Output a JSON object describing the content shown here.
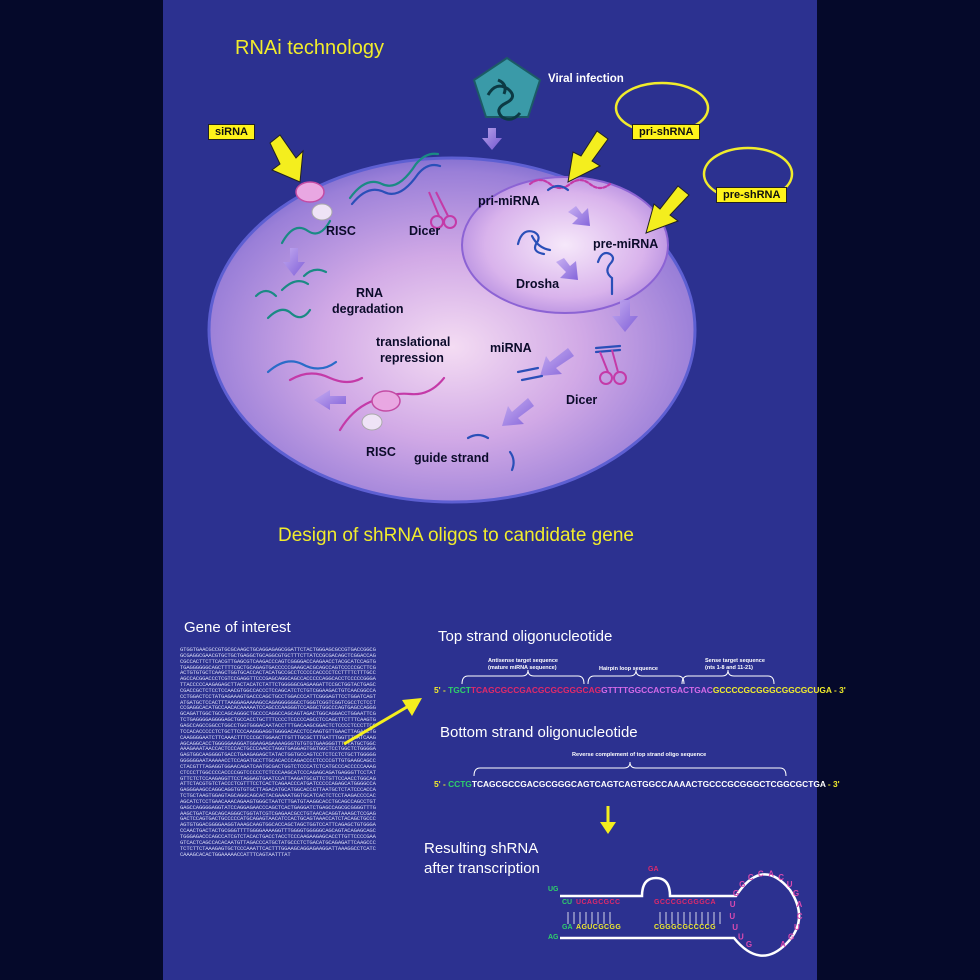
{
  "rnai": {
    "title": "RNAi technology",
    "labels": {
      "viral_infection": "Viral infection",
      "pri_shrna": "pri-shRNA",
      "pre_shrna": "pre-shRNA",
      "sirna": "siRNA",
      "risc_top": "RISC",
      "dicer_top": "Dicer",
      "pri_mirna": "pri-miRNA",
      "pre_mirna": "pre-miRNA",
      "drosha": "Drosha",
      "rna_degradation_1": "RNA",
      "rna_degradation_2": "degradation",
      "translational_1": "translational",
      "translational_2": "repression",
      "mirna": "miRNA",
      "dicer_bottom": "Dicer",
      "risc_bottom": "RISC",
      "guide_strand": "guide strand"
    }
  },
  "design": {
    "title": "Design of shRNA oligos to candidate gene",
    "gene_of_interest": "Gene of interest",
    "gene_sequence": "GTGGTGAACGCCGTGCGCAAGCTGCAGGAGAGCGGATTCTACTGGGAGCGCCGTGACCGGCGGCGAGGCGAACGTGCTGCTGAGGCTGCAGGCGTGCTTTCTTATCCGCGACAGCTCGGACCAGCGCCACTTCTTCACGTTGAGCGTCAAGACCCAGTCGGGGACCAAGAACCTACGCATCCAGTGTGAGGGGGGCAGCTTTTCGCTGCAGAGTGACCCCCGAAGCACGCAGCCAGTCCCCCGCTTCGACTGTGTGCTCAAGCTGGTGCACCACTACATGCCGCCTCCCCCACCCCTCCTTTTCTTTGCCAGCCACGGACCCTCGTCCGAGGTTCCCGAGCAGGCAGCCACCCCCAGGCACCTCCCCCGGGATTACCCCCAAGAGAGCTTACTACATCTATTCTGGGGGCGAGAAGATTCCGCTGGTACTGAGCCGACCGCTCTCCTCCAACGTGGCCACCCTCCAGCATCTCTGTCGGAAGACTGTCAACGGCCACCTGGACTCCTATGAGAAAGTGACCCAGCTGCCTGGACCCATTCGGGAGTTCCTGGATCAGTATGATGCTCCACTTTAAGGAGAAAAGCCAGAGGGGGGCCTGGGTCGGTCGGTCGCCTCTCCTCCGAGGCACATGCCAACACAAAAATCCAGCCCAAGGGTCCAGGCTGGCCCAGTGAGCCAGGGGCAGATTGGCTGCCAGCAGGGCTGCCCCAGGCCAGCAGTAGACTGGCAGGACCTGGAATTCGTCTGAGGGGAGGGGAGCTGCCACCTGCTTTCCCCTCCCCCAGCCTCCAGCTTCTTTCAAGTGGAGCCAGCCGGCCTGGCCTGGTGGGACAATACCTTTGACAAGCGGACTCTCCCCTCCCTTCCTCCACACCCCCTCTGCTTCCCAAGGGAGGTGGGGACACCTCCAAGTGTTGAACTTAGAACTGCAAGGGGAATCTTCAAACTTTCCCGCTGGAACTTGTTTGCGCTTTGATTTGGTTTGATCAAGAGCAGGCACCTGGGGGAAGGATGGAAGAGAAAAGGGTGTGTGTGAAGGGTTTTTATGCTGGCAAAGAAATAACCACTCCCACTGCCCAACCTAGGTGAGGAGTGGTGGCTCCTGGCTCTGGGGAGAGTGGCAAGGGGTGACCTGAAGAGAGCTATACTGGTGCCAGTCCTCTCCTCTGCTTGGGGGGGGGGGAATAAAAACCTCCAGATGCCTTGCACACCCAGACCCCTCCCCGTTGTGAAGCAGCCCTACGTTTAGAGGTGGAACAGATCAATGCGACTGGTCTCCCATCTCATGCCCACCCCCAAAGCTCCCTTGGCCCCACCCCGGTCCCCCTCTCCCAAGCATCCCAGAGCAGATGAGGGTTCCTATGTTCTCTCCAAGAGGTTCCTAGGAGTGAATCCATTAAGATGCGTTCTGTTCCAACCTGGCAGATTCTACGTGTCTACCCTCGTTTCCTCACTCAGAACCCATGATCCCCCAGAGCATGGGGCCAGAGGGAAGCCAGGCAGGTGTGTGCTTAGACATGCATGGCACCGTTAATGCTCTATCCCACCATCTGCTAAGTGGAGTAGCAGGCAGCACTACGAAAATGGTGCATCACTCTCCTAAGACCCCACAGCATCTCCTGAACAAACAGAAGTGGGCTAATCTTGATGTAAGGCACCTGCAGCCAGCCTGTGAGCCAGGGGAGGTATCCAGGAGAACCCAGCTCACTGAGGATCTGAGCCAGCGCGGGGTTTGAAGCTGATCAGCAGCAGGGCTGGTATCGTCGAGAACGCCTGTAACACAGGTAAAGCTCCGAGGACTCCAGTGACTGCCCCCATGCAGAGTAACATCCACTGCAGTAAACCATCTACAGCTGCCCAGTGTGGACGGGGAAGGTAAAGCAAGTGGCACCAGCTAGCTGGTCCATTCAGAGCTGTGGGACCAACTGACTACTGCGGGTTTTGGGGAAAAGGTTTGGGGTGGGGGCAGCAGTACAGAGCAGCTGGGAGACCCAGCCATCGTCTACACTGACCTACCTCCCAAGAAGAGCACCTTGTTCCCCGAAGTCACTCAGCCACACAATGTTAGACCCATGCTATGCCCTCTGACATGCAGAGATTCAAGCCCTCTCTTCTAAAGAGTGCTCCCAAATTCACTTTGGAAGCAGGAGAAGGATTAAAGGCCTCATCCAAAGCACACTGGAAAAACCATTTCAGTAATTTAT",
    "top_strand_title": "Top strand oligonucleotide",
    "top_brackets": {
      "antisense_1": "Antisense target sequence",
      "antisense_2": "(mature miRNA sequence)",
      "hairpin": "Hairpin loop sequence",
      "sense_1": "Sense target sequence",
      "sense_2": "(nts 1-8 and 11-21)"
    },
    "top_seq": {
      "prefix": "5' -",
      "overhang": "TGCT",
      "antisense": "TCAGCGCCGACGCGCGGGCAG",
      "loop": "GTTTTGGCCACTGACTGAC",
      "sense": "GCCCCGCGGGCGGCGCUGA",
      "suffix": "- 3'"
    },
    "bottom_strand_title": "Bottom strand oligonucleotide",
    "bottom_bracket": "Reverse complement of top strand oligo sequence",
    "bottom_seq": {
      "prefix": "5' -",
      "overhang": "CCTG",
      "body": "TCAGCGCCGACGCGGGCAGTCAGTCAGTGGCCAAAACTGCCCGCGGGCTCGGCGCTGA",
      "suffix": "- 3'"
    },
    "resulting_title_1": "Resulting shRNA",
    "resulting_title_2": "after transcription",
    "hairpin": {
      "left_top": "UG",
      "cu": "CU",
      "ga": "GA",
      "ag": "AG",
      "top_left_block": "UCAGCGCC",
      "top_right_block": "GCCCGCGGGCA",
      "bottom_left_block": "AGUCGCGG",
      "bottom_right_block": "CGGGCGCCCCG",
      "bulge": "GA",
      "loop_letters": [
        "G",
        "U",
        "U",
        "U",
        "U",
        "G",
        "G",
        "C",
        "C",
        "A",
        "C",
        "U",
        "G",
        "A",
        "C",
        "U",
        "G",
        "A"
      ]
    }
  }
}
